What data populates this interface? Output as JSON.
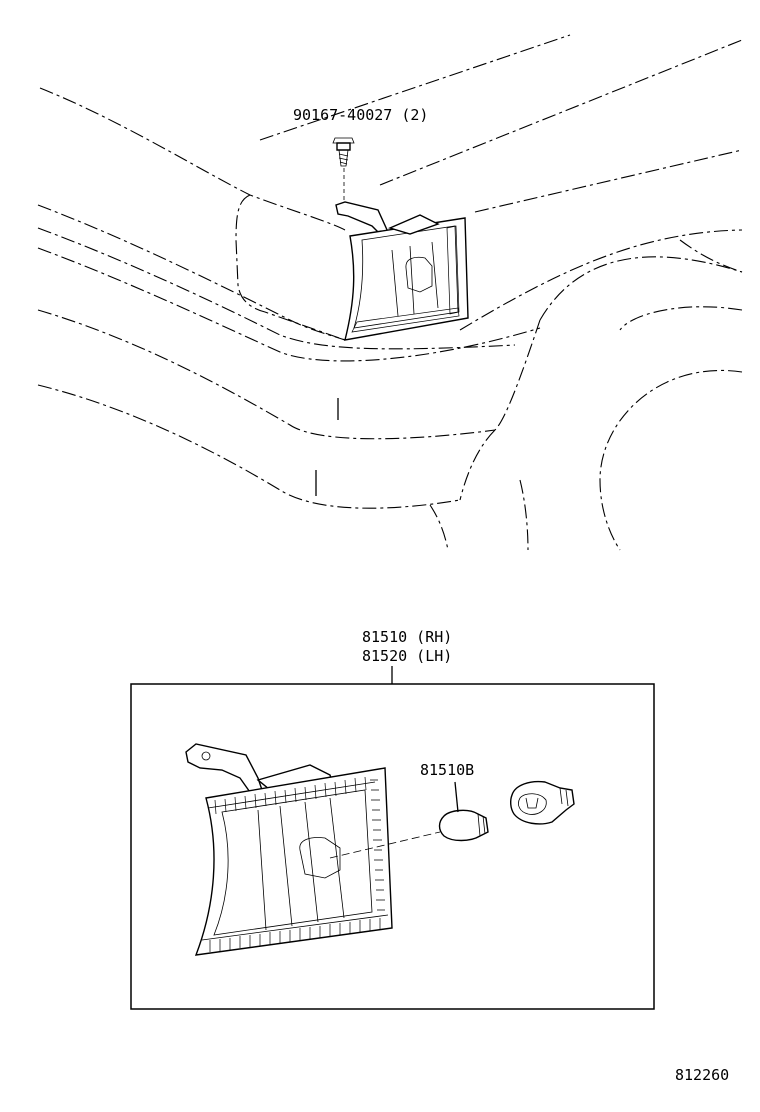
{
  "labels": {
    "screw": "90167-40027 (2)",
    "lamp_rh": "81510 (RH)",
    "lamp_lh": "81520 (LH)",
    "bulb": "81510B",
    "drawing_number": "812260"
  },
  "colors": {
    "line": "#000000",
    "background": "#ffffff"
  }
}
